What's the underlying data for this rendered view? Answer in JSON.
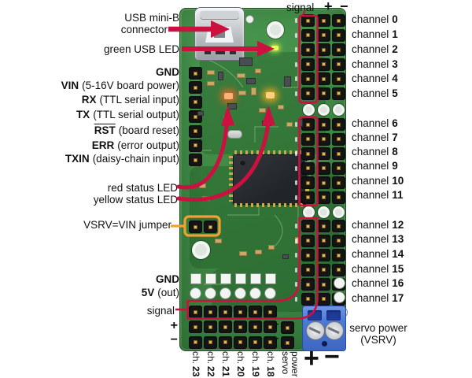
{
  "colors": {
    "annotation": "#cb1140",
    "highlight_orange": "#f3a032",
    "pcb_green": "#3f8a45",
    "terminal_blue": "#4a79d6"
  },
  "left": {
    "usb_line1": "USB mini-B",
    "usb_line2": "connector",
    "green_led": "green USB LED",
    "pin_gnd": "GND",
    "pin_vin": "VIN",
    "pin_vin_desc": "(5-16V board power)",
    "pin_rx": "RX",
    "pin_rx_desc": "(TTL serial input)",
    "pin_tx": "TX",
    "pin_tx_desc": "(TTL serial output)",
    "pin_rst": "RST",
    "pin_rst_desc": "(board reset)",
    "pin_err": "ERR",
    "pin_err_desc": "(error output)",
    "pin_txin": "TXIN",
    "pin_txin_desc": "(daisy-chain input)",
    "red_led": "red status LED",
    "yellow_led": "yellow status LED",
    "jumper": "VSRV=VIN jumper",
    "gnd2": "GND",
    "v5": "5V",
    "v5_desc": "(out)",
    "signal": "signal",
    "plus": "+",
    "minus": "−"
  },
  "top": {
    "signal": "signal",
    "plus": "+",
    "minus": "−"
  },
  "channels_right": [
    {
      "label": "channel",
      "num": "0"
    },
    {
      "label": "channel",
      "num": "1"
    },
    {
      "label": "channel",
      "num": "2"
    },
    {
      "label": "channel",
      "num": "3"
    },
    {
      "label": "channel",
      "num": "4"
    },
    {
      "label": "channel",
      "num": "5"
    },
    {
      "label": "channel",
      "num": "6"
    },
    {
      "label": "channel",
      "num": "7"
    },
    {
      "label": "channel",
      "num": "8"
    },
    {
      "label": "channel",
      "num": "9"
    },
    {
      "label": "channel",
      "num": "10"
    },
    {
      "label": "channel",
      "num": "11"
    },
    {
      "label": "channel",
      "num": "12"
    },
    {
      "label": "channel",
      "num": "13"
    },
    {
      "label": "channel",
      "num": "14"
    },
    {
      "label": "channel",
      "num": "15"
    },
    {
      "label": "channel",
      "num": "16"
    },
    {
      "label": "channel",
      "num": "17"
    }
  ],
  "channels_bottom": [
    {
      "label": "ch.",
      "num": "23"
    },
    {
      "label": "ch.",
      "num": "22"
    },
    {
      "label": "ch.",
      "num": "21"
    },
    {
      "label": "ch.",
      "num": "20"
    },
    {
      "label": "ch.",
      "num": "19"
    },
    {
      "label": "ch.",
      "num": "18"
    }
  ],
  "servo_vertical": {
    "w1": "servo",
    "w2": "power"
  },
  "servo_pin_plus": "+",
  "servo_pin_minus": "−",
  "servo_power_label": {
    "line1": "servo power",
    "line2": "(VSRV)"
  },
  "terminal": {
    "plus": "+",
    "minus": "−"
  }
}
